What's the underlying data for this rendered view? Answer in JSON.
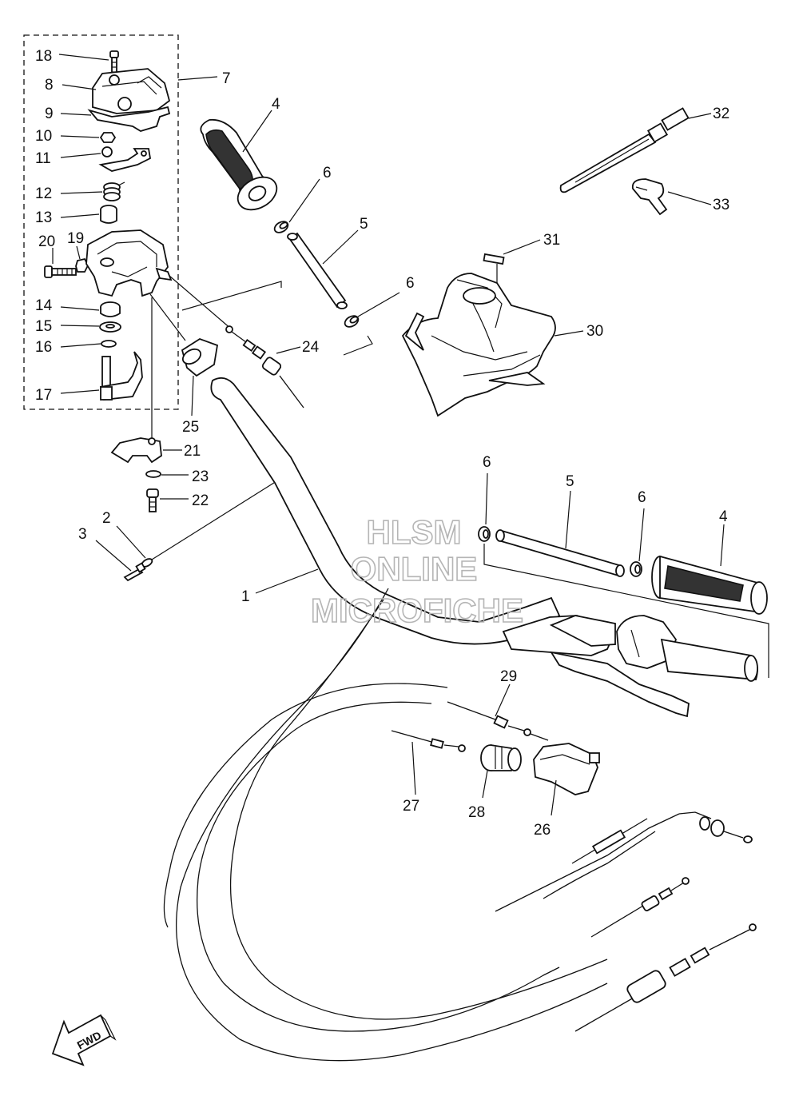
{
  "diagram": {
    "callouts": [
      "1",
      "2",
      "3",
      "4",
      "4",
      "5",
      "5",
      "6",
      "6",
      "6",
      "6",
      "7",
      "8",
      "9",
      "10",
      "11",
      "12",
      "13",
      "14",
      "15",
      "16",
      "17",
      "18",
      "19",
      "20",
      "21",
      "22",
      "23",
      "24",
      "25",
      "26",
      "27",
      "28",
      "29",
      "30",
      "31",
      "32",
      "33"
    ],
    "fwd_label": "FWD"
  },
  "watermark": {
    "line1": "HLSM",
    "line2": "ONLINE",
    "line3": "MICROFICHE"
  },
  "colors": {
    "ink": "#111111",
    "watermark": "#b5b5b5",
    "background": "#ffffff"
  }
}
